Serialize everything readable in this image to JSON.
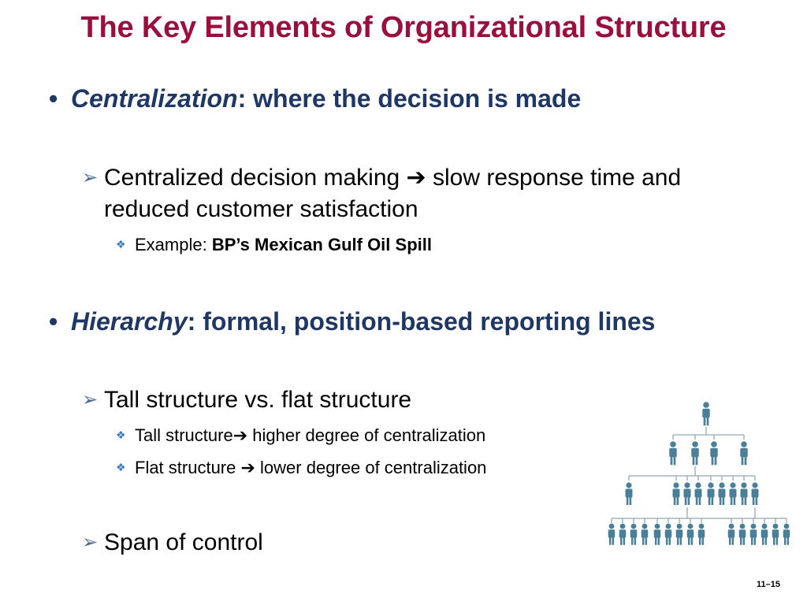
{
  "slide": {
    "title": "The Key Elements of Organizational Structure",
    "page_number": "11–15"
  },
  "bullets": {
    "centralization": {
      "term": "Centralization",
      "rest": ": where the decision is made",
      "sub": {
        "line1": "Centralized decision making ",
        "line1_after_arrow": " slow response time and",
        "line2": "reduced customer satisfaction",
        "example_label": "Example: ",
        "example_value": "BP’s Mexican Gulf Oil Spill"
      }
    },
    "hierarchy": {
      "term": "Hierarchy",
      "rest": ": formal, position-based reporting lines",
      "sub1": {
        "text": "Tall structure vs. flat structure",
        "item1_a": "Tall structure",
        "item1_b": " higher degree of centralization",
        "item2_a": "Flat structure ",
        "item2_b": " lower degree of centralization"
      },
      "sub2": {
        "text": "Span of control"
      }
    }
  },
  "icons": {
    "bullet": "•",
    "arrow_bullet": "➢",
    "diamond_bullet": "❖",
    "right_arrow": "➔"
  },
  "colors": {
    "title": "#9b0f3c",
    "heading": "#1f3764",
    "figure": "#4a7f9a"
  }
}
